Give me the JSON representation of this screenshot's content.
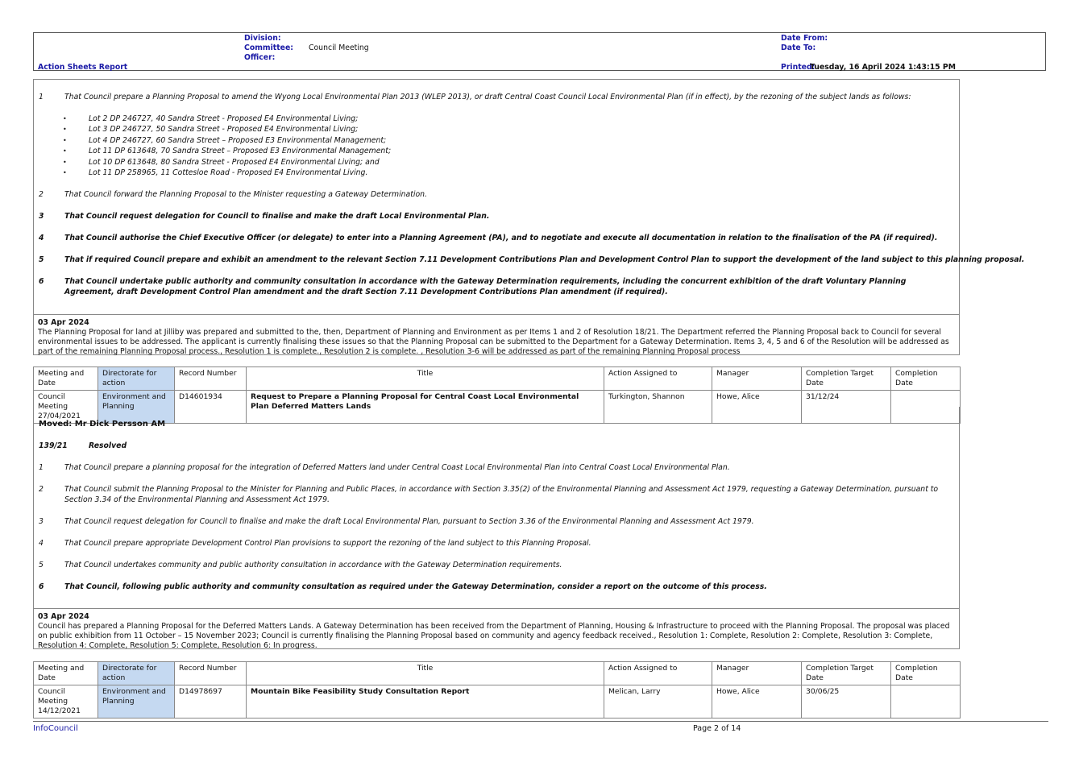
{
  "header": {
    "division_label": "Division:",
    "committee_label": "Committee:",
    "committee_value": "Council Meeting",
    "officer_label": "Officer:",
    "report_title": "Action Sheets Report",
    "date_from_label": "Date From:",
    "date_to_label": "Date To:",
    "printed_label": "Printed:",
    "printed_value": "Tuesday, 16 April 2024   1:43:15 PM"
  },
  "section1": {
    "res1": {
      "num": "1",
      "text": "That Council prepare a Planning Proposal to amend the Wyong Local Environmental Plan 2013 (WLEP 2013), or draft Central Coast Council Local Environmental Plan (if in effect), by the rezoning of the subject lands as follows:"
    },
    "bullets": [
      "Lot 2 DP 246727, 40 Sandra Street - Proposed E4 Environmental Living;",
      "Lot 3 DP 246727, 50 Sandra Street - Proposed E4 Environmental Living;",
      "Lot 4 DP 246727, 60 Sandra Street – Proposed E3 Environmental Management;",
      "Lot 11 DP 613648, 70 Sandra Street – Proposed E3 Environmental Management;",
      "Lot 10 DP 613648, 80 Sandra Street - Proposed E4 Environmental Living; and",
      "Lot 11 DP 258965, 11 Cottesloe Road - Proposed E4 Environmental Living."
    ],
    "res2": {
      "num": "2",
      "text": "That Council forward the Planning Proposal to the Minister requesting a Gateway Determination."
    },
    "res3": {
      "num": "3",
      "text": "That Council request delegation for Council to finalise and make the draft Local Environmental Plan."
    },
    "res4": {
      "num": "4",
      "text": "That Council authorise the Chief Executive Officer (or delegate) to enter into a Planning Agreement (PA), and to negotiate and execute all documentation in relation to the finalisation of the PA (if required)."
    },
    "res5": {
      "num": "5",
      "text": "That if required Council prepare and exhibit an amendment to the relevant Section 7.11 Development Contributions Plan and Development Control Plan to support the development of the land subject to this planning proposal."
    },
    "res6": {
      "num": "6",
      "text": "That Council undertake public authority and community consultation in accordance with the Gateway Determination requirements, including the concurrent exhibition of the draft Voluntary Planning Agreement, draft Development Control Plan amendment and the draft Section 7.11 Development Contributions Plan amendment (if required)."
    },
    "update_date": "03 Apr 2024",
    "update_text": "The Planning Proposal for land at Jilliby was prepared and submitted to the, then, Department of Planning and Environment as per Items 1 and 2 of Resolution 18/21. The Department referred the Planning Proposal back to Council for several environmental issues to be addressed. The applicant is currently finalising these issues so that the Planning Proposal can be submitted to the Department for a Gateway Determination. Items 3, 4, 5 and 6 of the Resolution will be addressed as part of the remaining Planning Proposal process., Resolution 1 is complete., Resolution 2 is complete. , Resolution 3-6 will be addressed as part of the remaining Planning Proposal process"
  },
  "table_headers": {
    "meeting": "Meeting and Date",
    "directorate": "Directorate for action",
    "record": "Record Number",
    "title": "Title",
    "assigned": "Action Assigned to",
    "manager": "Manager",
    "target": "Completion Target Date",
    "completion": "Completion Date"
  },
  "row1": {
    "meeting": "Council Meeting 27/04/2021",
    "directorate": "Environment and Planning",
    "record": "D14601934",
    "title": "Request to Prepare a Planning Proposal for Central Coast Local Environmental Plan Deferred Matters Lands",
    "assigned": "Turkington, Shannon",
    "manager": "Howe, Alice",
    "target": "31/12/24",
    "completion": ""
  },
  "section2": {
    "moved": "Moved:  Mr Dick Persson AM",
    "resolved_num": "139/21",
    "resolved_label": "Resolved",
    "res1": {
      "num": "1",
      "text": "That Council prepare a planning proposal for the integration of Deferred Matters land under Central Coast Local Environmental Plan into Central Coast Local Environmental Plan."
    },
    "res2": {
      "num": "2",
      "text": "That Council submit the Planning Proposal to the Minister for Planning and Public Places, in accordance with Section 3.35(2) of the Environmental Planning and Assessment Act 1979, requesting a Gateway Determination, pursuant to Section 3.34 of the Environmental Planning and Assessment Act 1979."
    },
    "res3": {
      "num": "3",
      "text": "That Council request delegation for Council to finalise and make the draft Local Environmental Plan, pursuant to Section 3.36 of the Environmental Planning and Assessment Act 1979."
    },
    "res4": {
      "num": "4",
      "text": "That Council prepare appropriate Development Control Plan provisions to support the rezoning of the land subject to this Planning Proposal."
    },
    "res5": {
      "num": "5",
      "text": "That Council undertakes community and public authority consultation in accordance with the Gateway Determination requirements."
    },
    "res6": {
      "num": "6",
      "text": "That Council, following public authority and community consultation as required under the Gateway Determination, consider a report on the outcome of this process."
    },
    "update_date": "03 Apr 2024",
    "update_text": "Council has prepared a Planning Proposal for the Deferred Matters Lands. A Gateway Determination has been received from the Department of Planning, Housing & Infrastructure to proceed with the Planning Proposal. The proposal was placed on public exhibition from 11 October – 15 November 2023; Council is currently finalising the Planning Proposal based on community and agency feedback received., Resolution 1: Complete, Resolution 2: Complete, Resolution 3: Complete, Resolution 4: Complete, Resolution 5: Complete, Resolution 6: In progress."
  },
  "row2": {
    "meeting": "Council Meeting 14/12/2021",
    "directorate": "Environment and Planning",
    "record": "D14978697",
    "title": "Mountain Bike Feasibility Study Consultation Report",
    "assigned": "Melican, Larry",
    "manager": "Howe, Alice",
    "target": "30/06/25",
    "completion": ""
  },
  "footer": {
    "brand": "InfoCouncil",
    "page": "Page 2 of 14"
  }
}
